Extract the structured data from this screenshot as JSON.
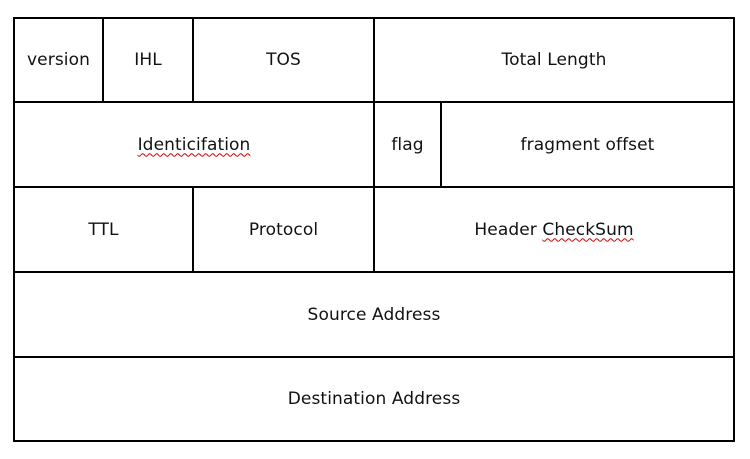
{
  "ip_header": {
    "row1": {
      "version": "version",
      "ihl": "IHL",
      "tos": "TOS",
      "total_length": "Total Length"
    },
    "row2": {
      "identification": "Identicifation",
      "flag": "flag",
      "fragment_offset": "fragment offset"
    },
    "row3": {
      "ttl": "TTL",
      "protocol": "Protocol",
      "header_checksum_prefix": "Header ",
      "header_checksum_word": "CheckSum"
    },
    "row4": {
      "source_address": "Source Address"
    },
    "row5": {
      "destination_address": "Destination Address"
    },
    "colors": {
      "border": "#000000",
      "background": "#ffffff",
      "spellcheck_underline": "#d40000"
    }
  }
}
